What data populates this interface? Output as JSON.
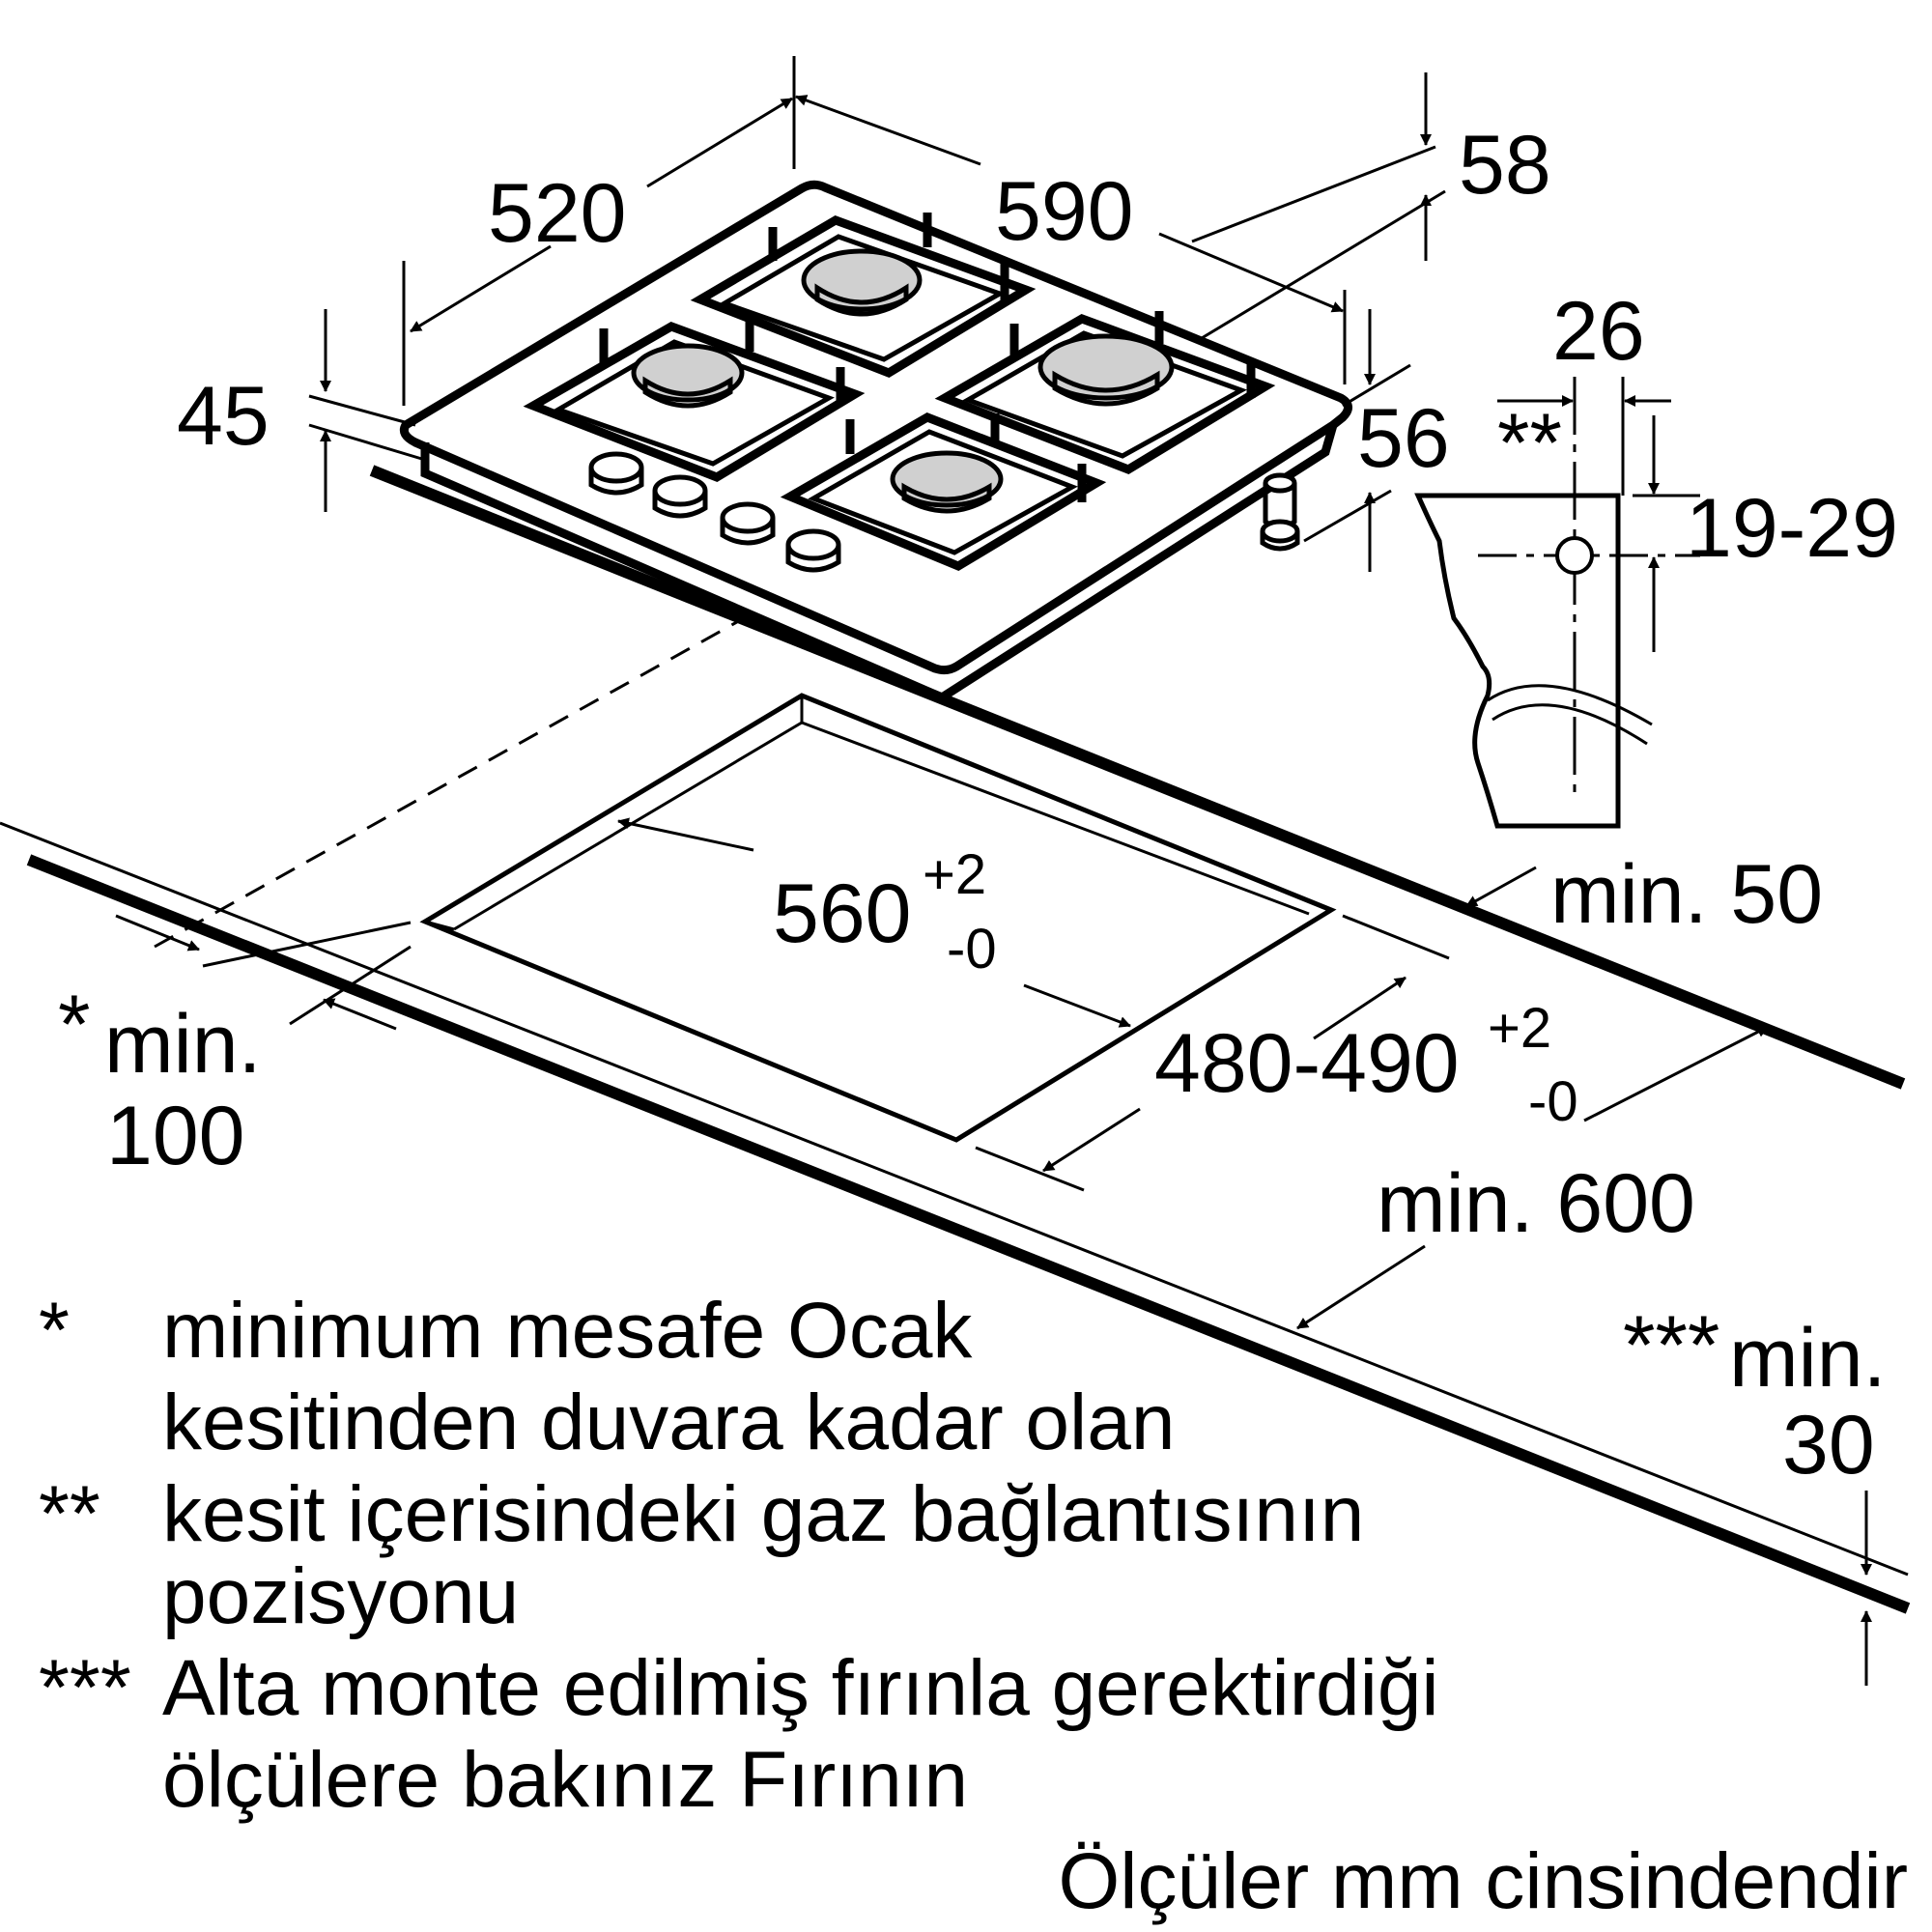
{
  "dimensions": {
    "depth": "520",
    "width": "590",
    "top_offset": "58",
    "height_front": "45",
    "height_side": "56",
    "connector_offset": "26",
    "connector_marker": "**",
    "connector_height": "19-29",
    "cutout_width": "560",
    "cutout_width_tol_plus": "+2",
    "cutout_width_tol_minus": "-0",
    "cutout_depth": "480-490",
    "cutout_depth_tol_plus": "+2",
    "cutout_depth_tol_minus": "-0",
    "min_back": "min. 50",
    "min_front": "min. 600",
    "min_side_marker": "*",
    "min_side_label": "min.",
    "min_side_value": "100",
    "min_bottom_marker": "***",
    "min_bottom_label": "min.",
    "min_bottom_value": "30"
  },
  "notes": [
    {
      "marker": "*",
      "lines": [
        "minimum mesafe Ocak",
        "kesitinden duvara kadar olan"
      ]
    },
    {
      "marker": "**",
      "lines": [
        "kesit içerisindeki gaz bağlantısının",
        "pozisyonu"
      ]
    },
    {
      "marker": "***",
      "lines": [
        "Alta monte edilmiş fırınla gerektirdiği",
        "ölçülere bakınız Fırının"
      ]
    }
  ],
  "units_note": "Ölçüler mm cinsindendir",
  "icons": [
    "gas-hob",
    "burner",
    "control-knob",
    "cutout",
    "worktop",
    "connector-profile"
  ]
}
